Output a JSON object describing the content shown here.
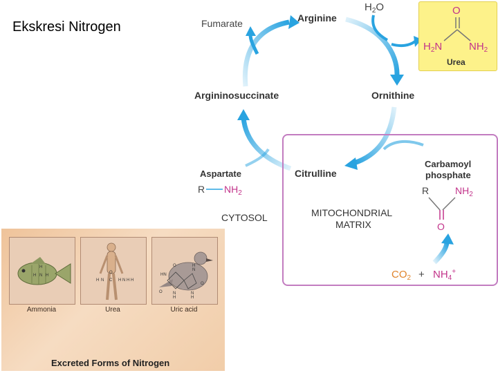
{
  "slide": {
    "title": "Ekskresi Nitrogen"
  },
  "cycle": {
    "arginine": "Arginine",
    "fumarate": "Fumarate",
    "h2o": {
      "base": "H",
      "sub": "2",
      "tail": "O"
    },
    "urea_label": "Urea",
    "urea_o": "O",
    "urea_left": {
      "base": "H",
      "sub": "2",
      "tail": "N"
    },
    "urea_right": {
      "base": "NH",
      "sub": "2"
    },
    "ornithine": "Ornithine",
    "argininosuccinate": "Argininosuccinate",
    "citrulline": "Citrulline",
    "aspartate": "Aspartate",
    "aspartate_r": "R",
    "aspartate_nh2": {
      "base": "NH",
      "sub": "2"
    },
    "carbamoyl_line1": "Carbamoyl",
    "carbamoyl_line2": "phosphate",
    "carbamoyl_r": "R",
    "carbamoyl_nh2": {
      "base": "NH",
      "sub": "2"
    },
    "carbamoyl_o": "O",
    "cytosol": "CYTOSOL",
    "mito_line1": "MITOCHONDRIAL",
    "mito_line2": "MATRIX",
    "co2": {
      "base": "CO",
      "sub": "2"
    },
    "plus": "+",
    "nh4": {
      "base": "NH",
      "sub": "4",
      "sup": "+"
    }
  },
  "excreted_panel": {
    "title": "Excreted Forms of Nitrogen",
    "captions": [
      "Ammonia",
      "Urea",
      "Uric acid"
    ],
    "ammonia_atoms": [
      "H",
      "N",
      "H",
      "H"
    ],
    "urea_atoms": [
      "O",
      "C",
      "H",
      "N",
      "H",
      "N",
      "H",
      "H"
    ],
    "uric_atoms": [
      "O",
      "HN",
      "N",
      "H",
      "O",
      "N",
      "H",
      "N",
      "H",
      "O"
    ]
  },
  "colors": {
    "arrow": "#29a3e0",
    "magenta": "#c2338a",
    "urea_bg": "#fdf28a",
    "mito_border": "#c27cc0"
  }
}
